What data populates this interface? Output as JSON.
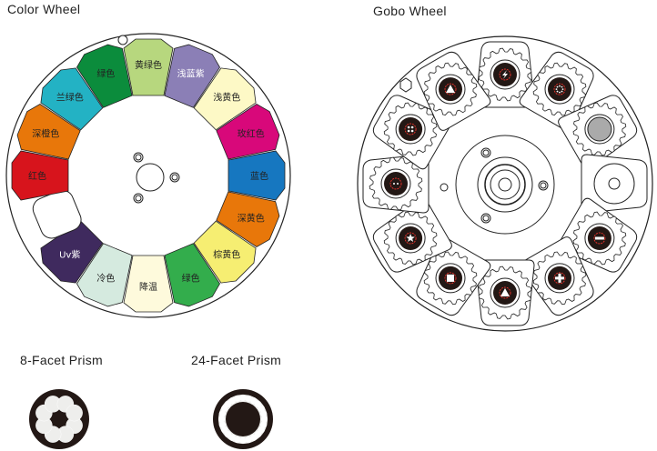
{
  "color_wheel": {
    "title": "Color Wheel",
    "segments": [
      {
        "label": "黄绿色",
        "color": "#b7d77e",
        "text_color": "#222222"
      },
      {
        "label": "浅蓝紫",
        "color": "#8b7fb6",
        "text_color": "#ffffff"
      },
      {
        "label": "浅黄色",
        "color": "#fdf9c6",
        "text_color": "#222222"
      },
      {
        "label": "玫红色",
        "color": "#d8087a",
        "text_color": "#222222"
      },
      {
        "label": "蓝色",
        "color": "#1677c0",
        "text_color": "#222222"
      },
      {
        "label": "深黄色",
        "color": "#e8770a",
        "text_color": "#222222"
      },
      {
        "label": "棕黄色",
        "color": "#f6ee72",
        "text_color": "#222222"
      },
      {
        "label": "绿色",
        "color": "#33ad4c",
        "text_color": "#222222"
      },
      {
        "label": "降温",
        "color": "#fefadc",
        "text_color": "#222222"
      },
      {
        "label": "冷色",
        "color": "#d5eadf",
        "text_color": "#222222"
      },
      {
        "label": "Uv紫",
        "color": "#3f2a5e",
        "text_color": "#ffffff"
      },
      {
        "label": "",
        "color": "#ffffff",
        "text_color": "#222222"
      },
      {
        "label": "红色",
        "color": "#d7141c",
        "text_color": "#222222"
      },
      {
        "label": "深橙色",
        "color": "#e8770a",
        "text_color": "#222222"
      },
      {
        "label": "兰绿色",
        "color": "#23b2c4",
        "text_color": "#222222"
      },
      {
        "label": "绿色",
        "color": "#0b8c3c",
        "text_color": "#222222"
      }
    ]
  },
  "gobo_wheel": {
    "title": "Gobo Wheel",
    "gobos": [
      "lightning",
      "dots-ring",
      "texture",
      "open",
      "minus",
      "plus",
      "triangle",
      "square",
      "star",
      "two-dots",
      "four-dots",
      "triangle"
    ],
    "accent": "#e0302a"
  },
  "prisms": [
    {
      "label": "8-Facet Prism",
      "facets": 8
    },
    {
      "label": "24-Facet Prism",
      "facets": 24
    }
  ]
}
